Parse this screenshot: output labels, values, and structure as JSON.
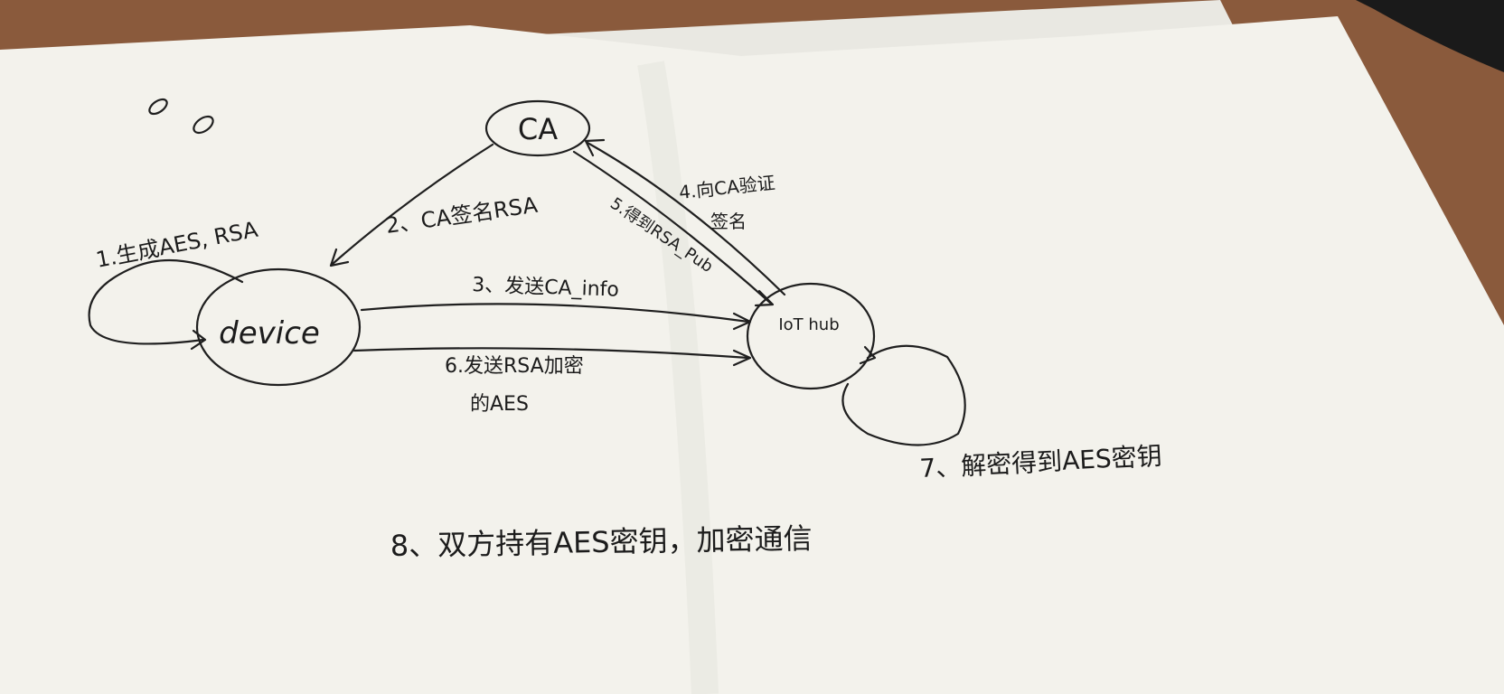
{
  "diagram": {
    "nodes": {
      "ca": "CA",
      "device": "device",
      "iot_hub": "IoT hub"
    },
    "steps": {
      "step1": "1.生成AES, RSA",
      "step2": "2、CA签名RSA",
      "step3": "3、发送CA_info",
      "step4_line1": "4.向CA验证",
      "step4_line2": "签名",
      "step5": "5.得到RSA_Pub",
      "step6_line1": "6.发送RSA加密",
      "step6_line2": "的AES",
      "step7": "7、解密得到AES密钥",
      "step8": "8、双方持有AES密钥，加密通信"
    }
  },
  "colors": {
    "desk": "#8a5a3c",
    "paper_back": "#efeee9",
    "paper_front": "#f3f2ec",
    "ink": "#1f1f1f"
  }
}
